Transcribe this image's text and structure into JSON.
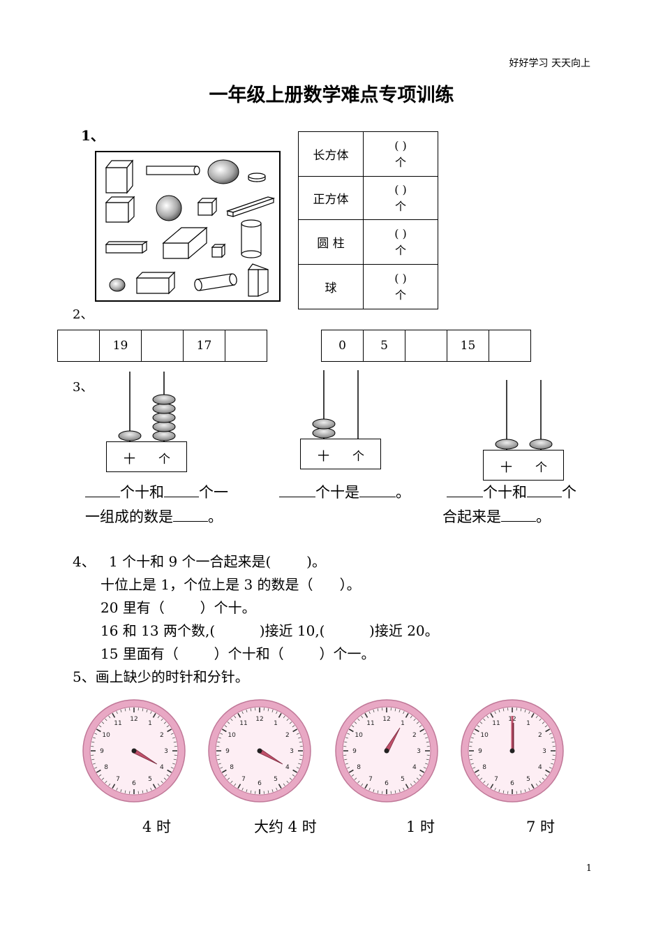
{
  "header_right": "好好学习  天天向上",
  "title": "一年级上册数学难点专项训练",
  "q1": {
    "number": "1、",
    "rows": [
      {
        "name": "长方体",
        "paren": "(        )",
        "unit": "个"
      },
      {
        "name": "正方体",
        "paren": "(        )",
        "unit": "个"
      },
      {
        "name": "圆  柱",
        "paren": "(        )",
        "unit": "个"
      },
      {
        "name": "球",
        "paren": "(        )",
        "unit": "个"
      }
    ]
  },
  "q2": {
    "number": "2、",
    "seq1": [
      "",
      "19",
      "",
      "17",
      ""
    ],
    "seq2": [
      "0",
      "5",
      "",
      "15",
      ""
    ]
  },
  "q3": {
    "number": "3、",
    "abacus_labels": {
      "tens": "十",
      "ones": "个"
    },
    "abaci": [
      {
        "tens_beads": 1,
        "ones_beads": 5
      },
      {
        "tens_beads": 2,
        "ones_beads": 0
      },
      {
        "tens_beads": 1,
        "ones_beads": 1
      }
    ],
    "texts": {
      "a1": "个十和",
      "a2": "个一",
      "a3": "一组成的数是",
      "a4": "。",
      "b1": "个十是",
      "b2": "。",
      "c1": "个十和",
      "c2": "个",
      "c3": "合起来是",
      "c4": "。"
    }
  },
  "q4": {
    "number": "4、",
    "lines": [
      "1 个十和 9 个一合起来是(        )。",
      "十位上是 1，个位上是 3 的数是（      ）。",
      "20 里有（        ）个十。",
      "16 和 13 两个数,(          )接近 10,(          )接近 20。",
      "15 里面有（        ）个十和（        ）个一。"
    ]
  },
  "q5": {
    "text": "5、画上缺少的时针和分针。",
    "clocks": [
      {
        "label": "4 时",
        "hour_hand_deg": 120,
        "minute_hand_deg": 120
      },
      {
        "label": "大约 4 时",
        "hour_hand_deg": 120,
        "minute_hand_deg": 120
      },
      {
        "label": "1 时",
        "hour_hand_deg": 30,
        "minute_hand_deg": 30
      },
      {
        "label": "7 时",
        "hour_hand_deg": 0,
        "minute_hand_deg": 0
      }
    ],
    "face_numbers": [
      "12",
      "1",
      "2",
      "3",
      "4",
      "5",
      "6",
      "7",
      "8",
      "9",
      "10",
      "11"
    ],
    "colors": {
      "rim": "#e8a8c4",
      "rim_dark": "#c07898",
      "face": "#fdeef4",
      "hand": "#c0506a"
    }
  },
  "page_number": "1"
}
